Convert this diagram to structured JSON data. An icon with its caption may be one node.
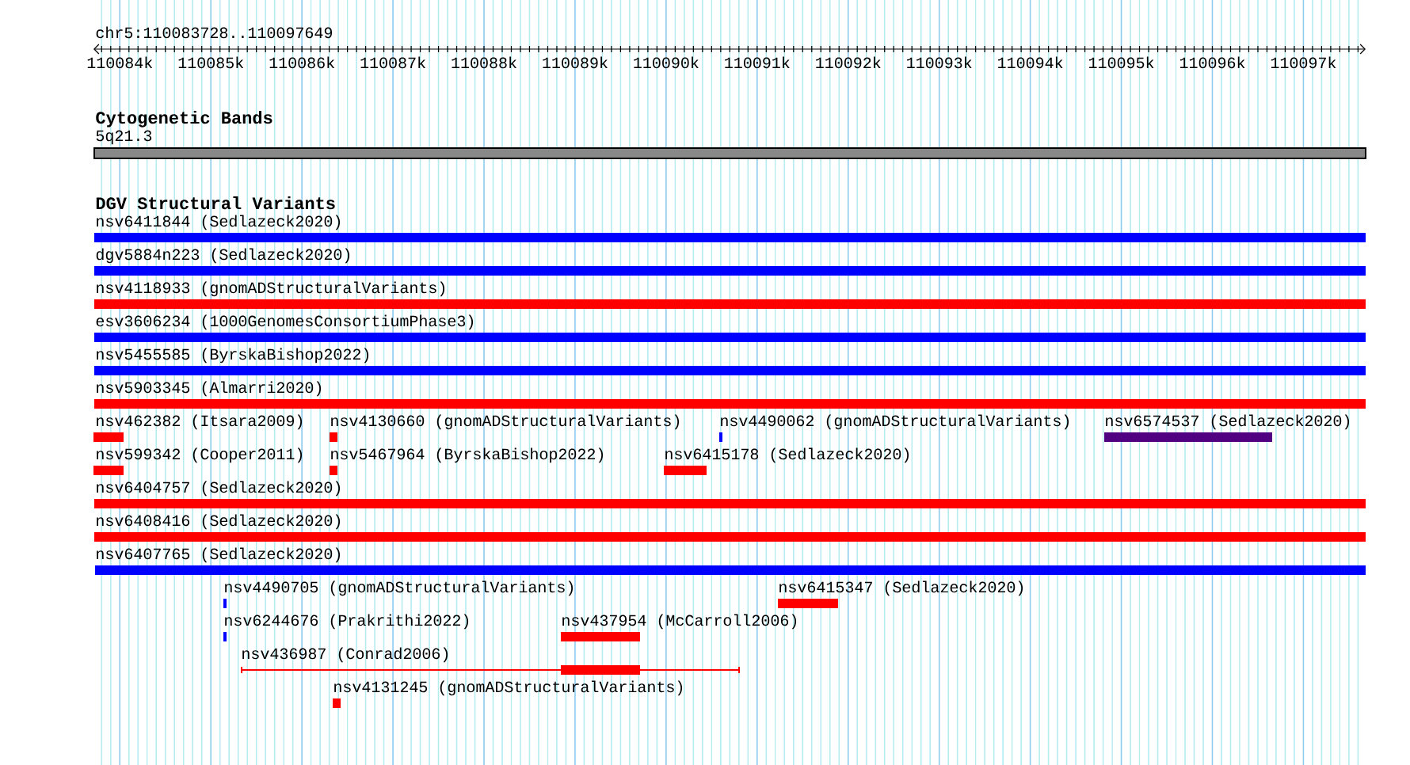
{
  "diagram": {
    "nodes": [
      {
        "text": [
          "5q21.3"
        ]
      },
      {
        "text": [
          "nsv6411844 (Sedlazeck2020)"
        ]
      },
      {
        "text": [
          "dgv5884n223 (Sedlazeck2020)"
        ]
      },
      {
        "text": [
          "nsv4118933 (gnomADStructuralVariants)"
        ]
      },
      {
        "text": [
          "esv3606234 (1000GenomesConsortiumPhase3)"
        ]
      },
      {
        "text": [
          "nsv5455585 (ByrskaBishop2022)"
        ]
      },
      {
        "text": [
          "nsv5903345 (Almarri2020)"
        ]
      },
      {
        "text": [
          "nsv462382 (Itsara2009)"
        ]
      },
      {
        "text": [
          "nsv4130660 (gnomADStructuralVariants)"
        ]
      },
      {
        "text": [
          "nsv4490062 (gnomADStructuralVariants)"
        ]
      },
      {
        "text": [
          "nsv6574537 (Sedlazeck2020)"
        ]
      },
      {
        "text": [
          "nsv599342 (Cooper2011)"
        ]
      },
      {
        "text": [
          "nsv5467964 (ByrskaBishop2022)"
        ]
      },
      {
        "text": [
          "nsv6415178 (Sedlazeck2020)"
        ]
      },
      {
        "text": [
          "nsv6404757 (Sedlazeck2020)"
        ]
      },
      {
        "text": [
          "nsv6408416 (Sedlazeck2020)"
        ]
      },
      {
        "text": [
          "nsv6407765 (Sedlazeck2020)"
        ]
      },
      {
        "text": [
          "nsv4490705 (gnomADStructuralVariants)"
        ]
      },
      {
        "text": [
          "nsv6415347 (Sedlazeck2020)"
        ]
      },
      {
        "text": [
          "nsv6244676 (Prakrithi2022)"
        ]
      },
      {
        "text": [
          "nsv437954 (McCarroll2006)"
        ]
      },
      {
        "text": [
          "nsv436987 (Conrad2006)"
        ]
      },
      {
        "text": [
          "nsv4131245 (gnomADStructuralVariants)"
        ]
      }
    ],
    "labels": [
      "chr5:110083728..110097649",
      "110084k",
      "110085k",
      "110086k",
      "110087k",
      "110088k",
      "110089k",
      "110090k",
      "110091k",
      "110092k",
      "110093k",
      "110094k",
      "110095k",
      "110096k",
      "110097k",
      "Cytogenetic Bands",
      "DGV Structural Variants"
    ]
  }
}
